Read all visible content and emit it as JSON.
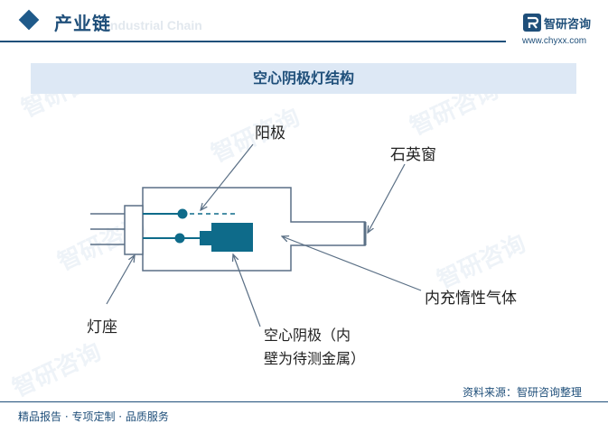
{
  "header": {
    "section_title": "产业链",
    "section_subtitle": "Industrial Chain",
    "brand_name": "智研咨询",
    "brand_url": "www.chyxx.com"
  },
  "diagram": {
    "title": "空心阴极灯结构",
    "labels": {
      "anode": "阳极",
      "quartz_window": "石英窗",
      "lamp_base": "灯座",
      "inert_gas": "内充惰性气体",
      "hollow_cathode_line1": "空心阴极（内",
      "hollow_cathode_line2": "壁为待测金属）"
    }
  },
  "footer": {
    "left_text": "精品报告 · 专项定制 · 品质服务",
    "source": "资料来源：智研咨询整理"
  },
  "watermark": "智研咨询",
  "colors": {
    "brand": "#1f4f7a",
    "title_bar": "#dde8f5",
    "cathode": "#0e6b8a",
    "line": "#5a6f85"
  }
}
